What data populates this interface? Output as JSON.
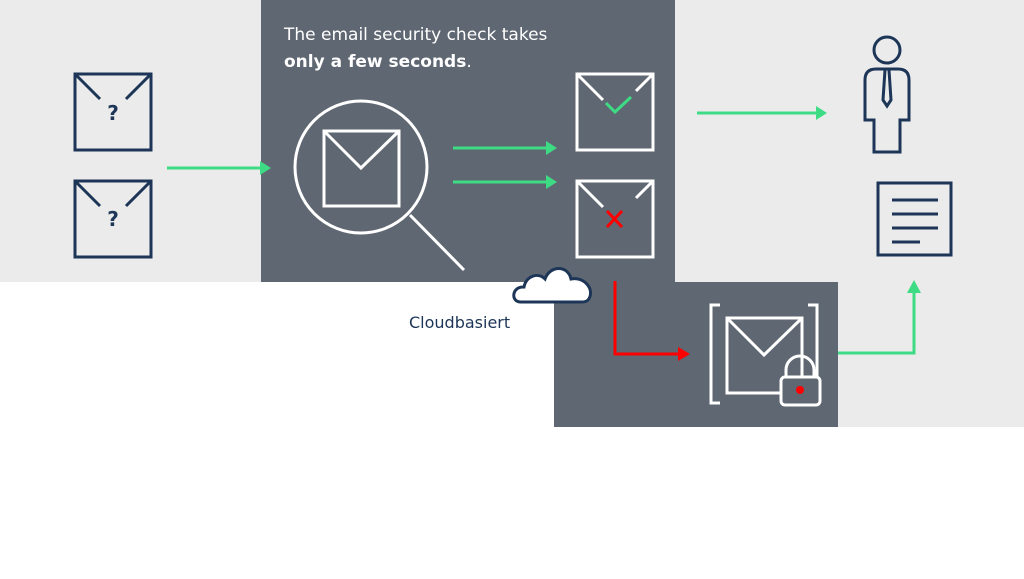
{
  "headline": {
    "line1": "The email security check takes",
    "line2_bold": "only a few seconds",
    "line2_end": "."
  },
  "cloud_label": "Cloudbasiert",
  "unknown_mail_mark": "?",
  "colors": {
    "light_bg": "#ebebeb",
    "panel": "#5f6772",
    "navy": "#1d3557",
    "green": "#3ddc84",
    "red": "#ff0000",
    "white": "#ffffff"
  }
}
